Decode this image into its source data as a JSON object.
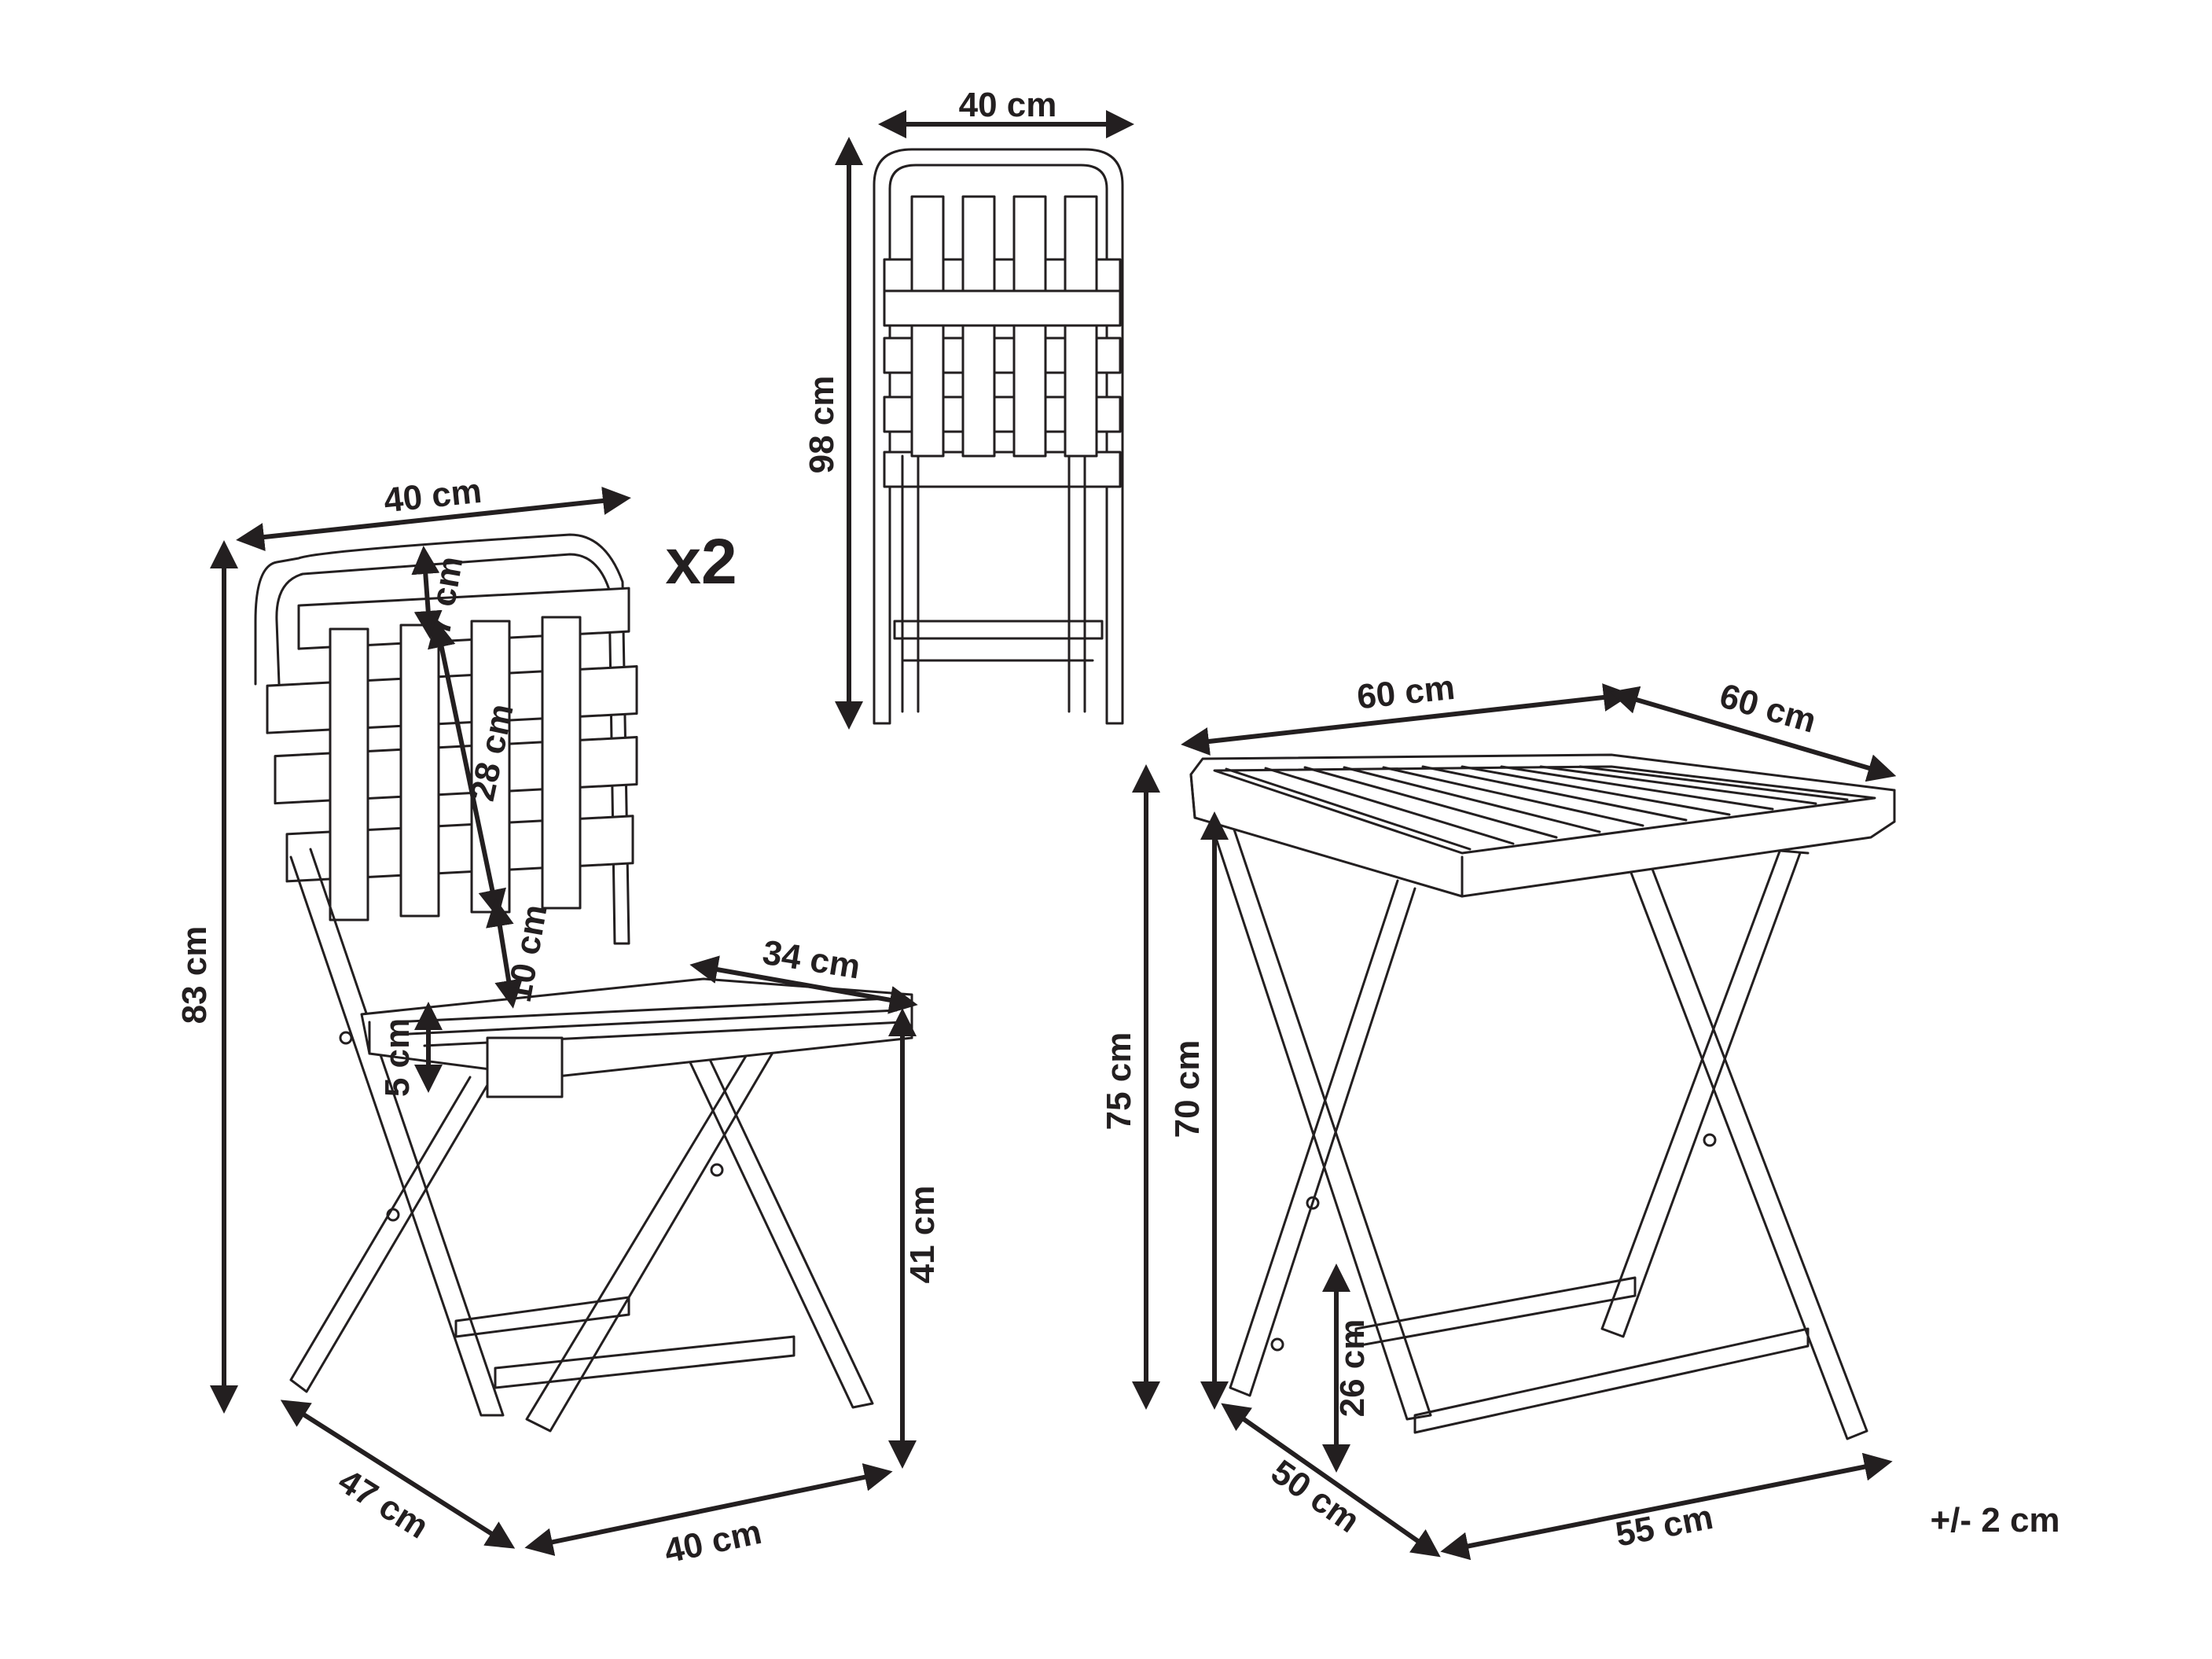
{
  "chair": {
    "width_top": "40 cm",
    "height": "83 cm",
    "backrest_top_gap": "7 cm",
    "backrest_height": "28 cm",
    "backrest_seat_gap": "10 cm",
    "seat_depth": "34 cm",
    "seat_thickness": "5 cm",
    "seat_height": "41 cm",
    "depth_base": "47 cm",
    "width_base": "40 cm",
    "quantity": "x2"
  },
  "folded_chair": {
    "width": "40 cm",
    "height": "98 cm"
  },
  "table": {
    "width": "60 cm",
    "depth": "60 cm",
    "height": "75 cm",
    "height_under_top": "70 cm",
    "stretcher_height": "26 cm",
    "base_depth": "50 cm",
    "base_width": "55 cm"
  },
  "tolerance": "+/- 2 cm"
}
